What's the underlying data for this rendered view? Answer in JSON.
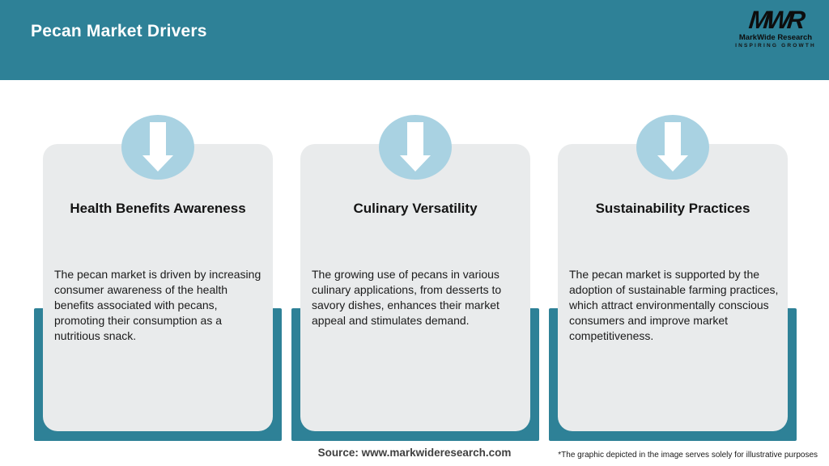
{
  "header": {
    "title": "Pecan Market Drivers",
    "logo": {
      "acronym": "MWR",
      "name": "MarkWide Research",
      "tagline": "INSPIRING GROWTH"
    }
  },
  "cards": [
    {
      "icon": "down-arrow-icon",
      "title": "Health Benefits Awareness",
      "body": "The pecan market is driven by increasing consumer awareness of the health benefits associated with pecans, promoting their consumption as a nutritious snack."
    },
    {
      "icon": "down-arrow-icon",
      "title": "Culinary Versatility",
      "body": "The growing use of pecans in various culinary applications, from desserts to savory dishes, enhances their market appeal and stimulates demand."
    },
    {
      "icon": "down-arrow-icon",
      "title": "Sustainability Practices",
      "body": "The pecan market is supported by the adoption of sustainable farming practices, which attract environmentally conscious consumers and improve market competitiveness."
    }
  ],
  "footer": {
    "source": "Source: www.markwideresearch.com",
    "disclaimer": "*The graphic depicted in the image serves solely for illustrative purposes"
  },
  "colors": {
    "teal": "#2e8197",
    "light_blue": "#a9d2e2",
    "card_bg": "#e9ebec",
    "source_text": "#3f3f3f"
  }
}
